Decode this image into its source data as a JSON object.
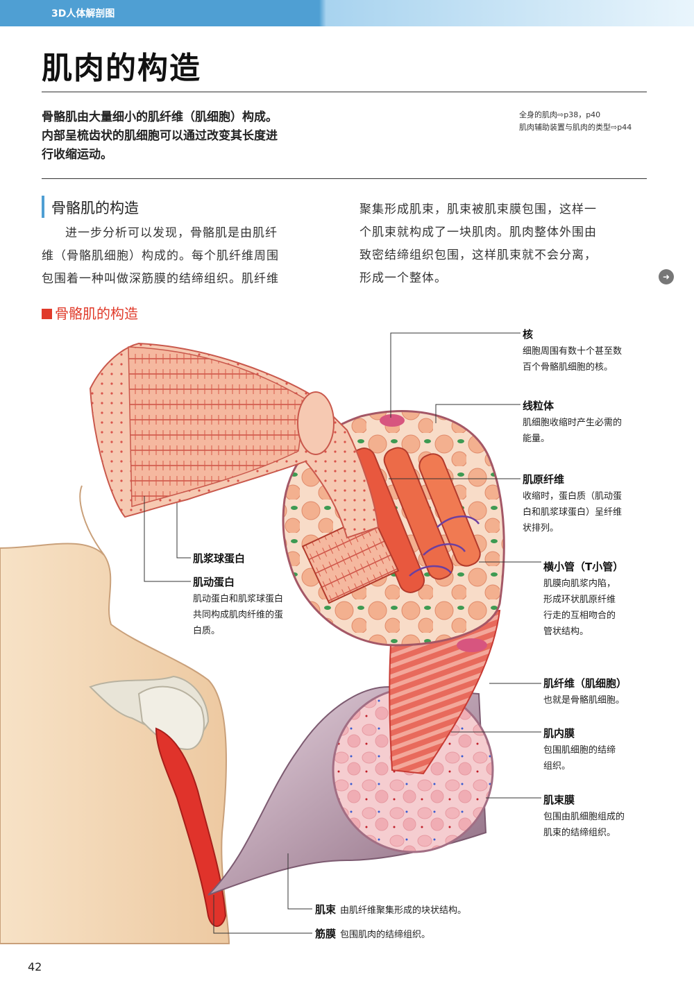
{
  "header": {
    "section_label": "3D人体解剖图"
  },
  "title": "肌肉的构造",
  "intro": {
    "line1": "骨骼肌由大量细小的肌纤维（肌细胞）构成。",
    "line2": "内部呈梳齿状的肌细胞可以通过改变其长度进",
    "line3": "行收缩运动。"
  },
  "references": {
    "ref1": "全身的肌肉⇨p38，p40",
    "ref2": "肌肉辅助装置与肌肉的类型⇨p44"
  },
  "section": {
    "title": "骨骼肌的构造",
    "left_lines": [
      "进一步分析可以发现，骨骼肌是由肌纤",
      "维（骨骼肌细胞）构成的。每个肌纤维周围",
      "包围着一种叫做深筋膜的结缔组织。肌纤维"
    ],
    "right_lines": [
      "聚集形成肌束，肌束被肌束膜包围，这样一",
      "个肌束就构成了一块肌肉。肌肉整体外围由",
      "致密结缔组织包围，这样肌束就不会分离，",
      "形成一个整体。"
    ]
  },
  "figure": {
    "title": "骨骼肌的构造",
    "labels": {
      "nucleus": {
        "name": "核",
        "desc": [
          "细胞周围有数十个甚至数",
          "百个骨骼肌细胞的核。"
        ]
      },
      "mitochondria": {
        "name": "线粒体",
        "desc": [
          "肌细胞收缩时产生必需的",
          "能量。"
        ]
      },
      "myofibril": {
        "name": "肌原纤维",
        "desc": [
          "收缩时，蛋白质（肌动蛋",
          "白和肌浆球蛋白）呈纤维",
          "状排列。"
        ]
      },
      "t_tubule": {
        "name": "横小管（T小管）",
        "desc": [
          "肌膜向肌浆内陷，",
          "形成环状肌原纤维",
          "行走的互相吻合的",
          "管状结构。"
        ]
      },
      "muscle_fiber": {
        "name": "肌纤维（肌细胞）",
        "desc": [
          "也就是骨骼肌细胞。"
        ]
      },
      "endomysium": {
        "name": "肌内膜",
        "desc": [
          "包围肌细胞的结缔",
          "组织。"
        ]
      },
      "perimysium": {
        "name": "肌束膜",
        "desc": [
          "包围由肌细胞组成的",
          "肌束的结缔组织。"
        ]
      },
      "myosin": {
        "name": "肌浆球蛋白"
      },
      "actin": {
        "name": "肌动蛋白",
        "desc": [
          "肌动蛋白和肌浆球蛋白",
          "共同构成肌肉纤维的蛋",
          "白质。"
        ]
      },
      "fascicle": {
        "name": "肌束",
        "desc": "由肌纤维聚集形成的块状结构。"
      },
      "fascia": {
        "name": "筋膜",
        "desc": "包围肌肉的结缔组织。"
      }
    }
  },
  "page_number": "42",
  "colors": {
    "accent_blue": "#4f9fd3",
    "figure_title_red": "#e03a2a"
  }
}
